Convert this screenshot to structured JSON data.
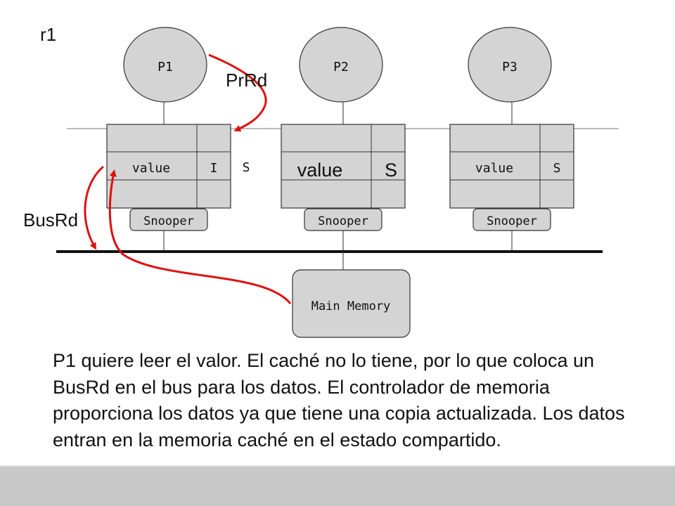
{
  "slide_label": "r1",
  "processors": [
    {
      "name": "P1",
      "value_label": "value",
      "state": "I",
      "new_state": "S",
      "snooper": "Snooper"
    },
    {
      "name": "P2",
      "value_label": "value",
      "state": "S",
      "snooper": "Snooper"
    },
    {
      "name": "P3",
      "value_label": "value",
      "state": "S",
      "snooper": "Snooper"
    }
  ],
  "annotations": {
    "processor_request": "PrRd",
    "bus_request": "BusRd"
  },
  "memory": {
    "label": "Main Memory"
  },
  "caption": "P1 quiere leer el valor. El caché no lo tiene, por lo que coloca un BusRd en el bus para los datos. El controlador de memoria proporciona los datos ya que tiene una copia actualizada. Los datos entran en la memoria caché en el estado compartido.",
  "colors": {
    "node_fill": "#d4d4d4",
    "outline": "#333333",
    "arrow": "#dd1111",
    "bus": "#111111"
  }
}
